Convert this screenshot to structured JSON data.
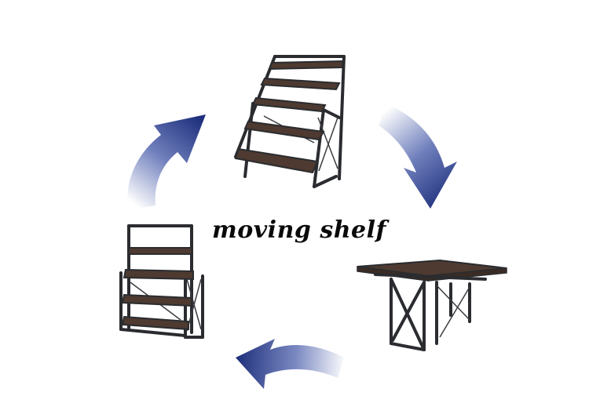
{
  "caption": {
    "text": "moving shelf"
  },
  "illustration": {
    "states": [
      "stepped-shelf",
      "upright-shelf",
      "table"
    ],
    "frame_color": "#2a2c30",
    "wood_color": "#4e3a30",
    "arrow_color": "#1e2f7c"
  }
}
